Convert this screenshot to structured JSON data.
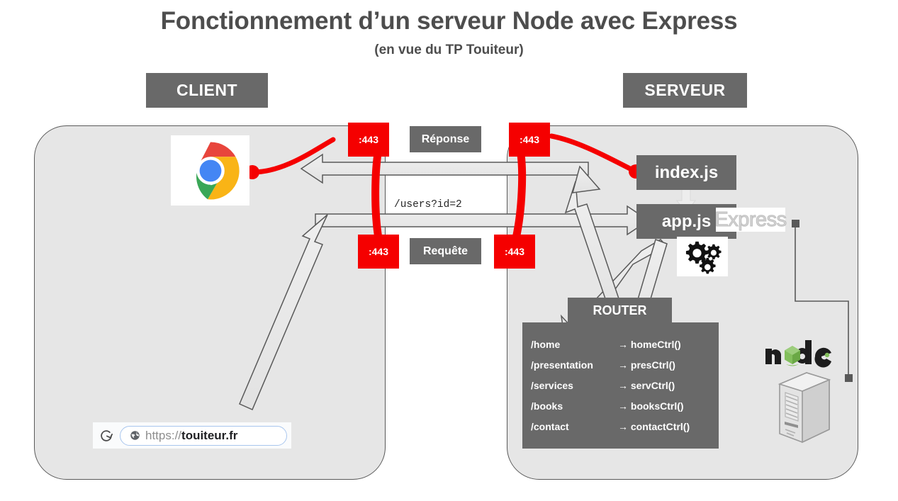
{
  "header": {
    "title": "Fonctionnement d’un serveur Node avec Express",
    "subtitle": "(en vue du TP Touiteur)"
  },
  "zones": {
    "client_label": "CLIENT",
    "server_label": "SERVEUR"
  },
  "flows": {
    "response_label": "Réponse",
    "request_label": "Requête",
    "query_string": "/users?id=2",
    "ports": [
      "：443",
      ":443",
      ":443",
      ":443"
    ],
    "port_value": ":443"
  },
  "server": {
    "index_label": "index.js",
    "app_label": "app.js",
    "framework_label": "Express",
    "gears_icon": "gears-icon",
    "node_logo_text": "node",
    "tower_icon": "server-tower-icon"
  },
  "router": {
    "title": "ROUTER",
    "routes": [
      {
        "path": "/home",
        "handler": "→ homeCtrl()"
      },
      {
        "path": "/presentation",
        "handler": "→ presCtrl()"
      },
      {
        "path": "/services",
        "handler": "→ servCtrl()"
      },
      {
        "path": "/books",
        "handler": "→ booksCtrl()"
      },
      {
        "path": "/contact",
        "handler": "→ contactCtrl()"
      }
    ]
  },
  "client": {
    "browser_icon": "chrome-logo-icon",
    "reload_icon": "reload-icon",
    "site_icon": "globe-icon",
    "url_scheme": "https://",
    "url_host": "touiteur.fr"
  },
  "colors": {
    "port_red": "#f50000",
    "chip_gray": "#696969",
    "panel_gray": "#e6e6e6",
    "arrow_gray": "#e8e8e8",
    "node_green": "#6cb644"
  }
}
